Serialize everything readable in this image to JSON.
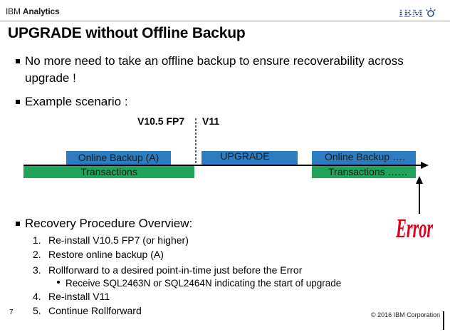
{
  "header": {
    "brand_prefix": "IBM",
    "brand_suffix": "Analytics",
    "logo_text": "IBM",
    "copyright": "© 2016 IBM Corporation",
    "page_number": "7"
  },
  "slide": {
    "title": "UPGRADE without Offline Backup",
    "bullets": [
      "No more need to take an offline backup to ensure recoverability across upgrade !",
      "Example scenario :",
      "Recovery Procedure Overview:"
    ]
  },
  "diagram": {
    "version_left": "V10.5 FP7",
    "version_right": "V11",
    "bars": {
      "online_backup_a": "Online Backup (A)",
      "upgrade": "UPGRADE",
      "online_backup_after": "Online Backup ….",
      "transactions_before": "Transactions",
      "transactions_after": "Transactions ……"
    },
    "error_label": "Error",
    "colors": {
      "blue_bar": "#2b7cc0",
      "green_bar": "#22a35a",
      "error_red": "#e0001b"
    }
  },
  "procedure": {
    "steps": [
      {
        "num": "1.",
        "text": "Re-install V10.5 FP7 (or higher)"
      },
      {
        "num": "2.",
        "text": "Restore online backup (A)"
      },
      {
        "num": "3.",
        "text": "Rollforward to a desired point-in-time just before the Error"
      },
      {
        "num": "4.",
        "text": "Re-install V11"
      },
      {
        "num": "5.",
        "text": "Continue Rollforward"
      }
    ],
    "sub_bullet": "Receive SQL2463N or SQL2464N indicating the start of upgrade"
  }
}
